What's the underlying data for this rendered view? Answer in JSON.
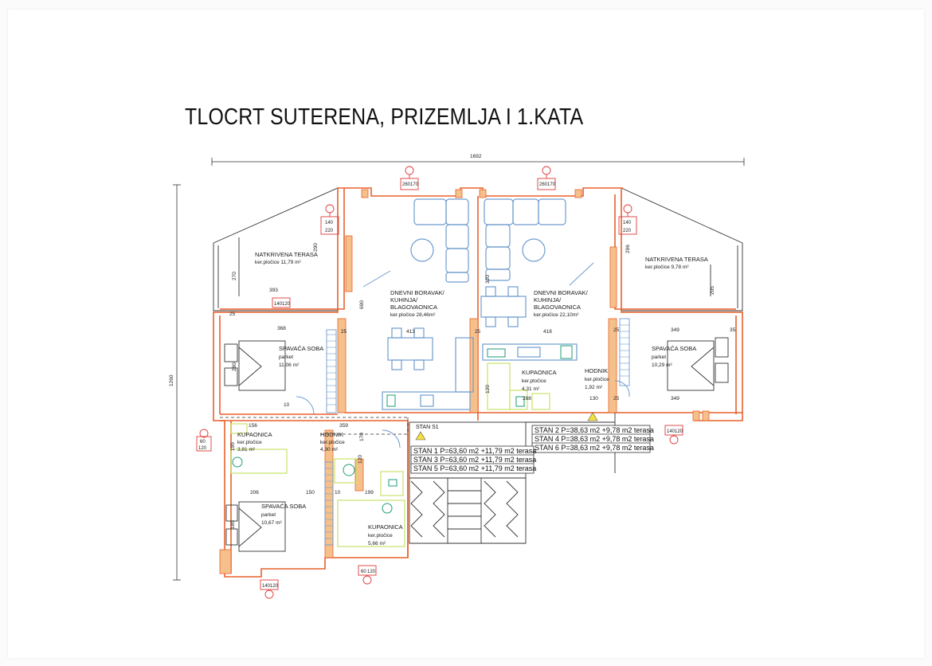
{
  "title": "TLOCRT SUTERENA, PRIZEMLJA I 1.KATA",
  "dimensions": {
    "overall_width": "1692",
    "overall_height": "1260",
    "d393": "393",
    "d368": "368",
    "d413": "413",
    "d418": "418",
    "d349a": "349",
    "d349b": "349",
    "d25a": "25",
    "d25b": "25",
    "d25c": "25",
    "d25d": "25",
    "d25e": "25",
    "d35": "35",
    "d290": "290",
    "d270": "270",
    "d280": "280",
    "d320": "320",
    "d120": "120",
    "d205": "205",
    "d296": "296",
    "d690": "690",
    "d156": "156",
    "d10a": "10",
    "d10b": "10",
    "d359": "359",
    "d195": "195",
    "d206": "206",
    "d150": "150",
    "d199": "199",
    "d288": "288",
    "d130": "130",
    "d170": "170",
    "d185": "185",
    "d120b": "120"
  },
  "window_tags": [
    {
      "top": "260",
      "bottom": "170"
    },
    {
      "top": "260",
      "bottom": "170"
    },
    {
      "top": "140",
      "bottom": "220"
    },
    {
      "top": "140",
      "bottom": "220"
    },
    {
      "top": "140",
      "bottom": "120"
    },
    {
      "top": "60",
      "bottom": "120"
    },
    {
      "top": "140",
      "bottom": "120"
    },
    {
      "top": "140",
      "bottom": "120"
    },
    {
      "top": "60",
      "bottom": "120"
    }
  ],
  "rooms": [
    {
      "name": "NATKRIVENA TERASA",
      "sub": "ker.pločice 11,79 m²"
    },
    {
      "name": "NATKRIVENA TERASA",
      "sub": "ker.pločice 9,78 m²"
    },
    {
      "name": "DNEVNI BORAVAK/",
      "line2": "KUHINJA/",
      "line3": "BLAGOVAONICA",
      "sub": "ker.pločice 28,46m²"
    },
    {
      "name": "DNEVNI BORAVAK/",
      "line2": "KUHINJA/",
      "line3": "BLAGOVAONICA",
      "sub": "ker.pločice 22,10m²"
    },
    {
      "name": "SPAVAĆA SOBA",
      "line2": "parket",
      "sub": "11,06 m²"
    },
    {
      "name": "SPAVAĆA SOBA",
      "line2": "parket",
      "sub": "10,29 m²"
    },
    {
      "name": "KUPAONICA",
      "line2": "ker.pločice",
      "sub": "4,31 m²"
    },
    {
      "name": "HODNIK",
      "line2": "ker.pločice",
      "sub": "1,92 m²"
    },
    {
      "name": "KUPAONICA",
      "line2": "ker.pločice",
      "sub": "3,81 m²"
    },
    {
      "name": "HODNIK",
      "line2": "ker.pločice",
      "sub": "4,30 m²"
    },
    {
      "name": "SPAVAĆA SOBA",
      "line2": "parket",
      "sub": "10,67 m²"
    },
    {
      "name": "KUPAONICA",
      "line2": "ker.pločice",
      "sub": "5,66 m²"
    }
  ],
  "stan_label": "STAN S1",
  "area_table_right": [
    "STAN 2 P=38,63 m2 +9,78 m2 terasa",
    "STAN 4 P=38,63 m2 +9,78 m2 terasa",
    "STAN 6 P=38,63 m2 +9,78 m2 terasa"
  ],
  "area_table_left": [
    "STAN 1 P=63,60 m2 +11,79 m2 terasa",
    "STAN 3 P=63,60 m2 +11,79 m2 terasa",
    "STAN 5 P=63,60 m2 +11,79 m2 terasa"
  ],
  "colors": {
    "wall": "#e8612c",
    "wall_fill": "#f6c08a",
    "furniture": "#6f9ccf",
    "sanitary": "#c8e36a",
    "lines": "#333333",
    "marker": "#e03b3b",
    "text": "#111111"
  }
}
